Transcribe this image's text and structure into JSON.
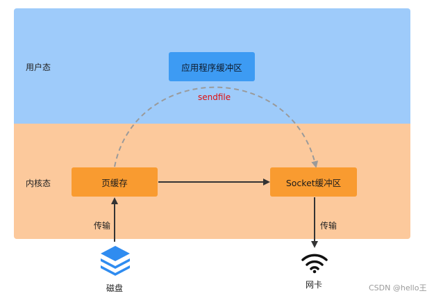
{
  "zones": {
    "user_label": "用户态",
    "kernel_label": "内核态"
  },
  "boxes": {
    "app_buffer": "应用程序缓冲区",
    "page_cache": "页缓存",
    "socket_buffer": "Socket缓冲区"
  },
  "annotations": {
    "sendfile": "sendfile",
    "transfer_left": "传输",
    "transfer_right": "传输"
  },
  "devices": {
    "disk_label": "磁盘",
    "disk_icon": "layers-icon",
    "nic_label": "网卡",
    "nic_icon": "wifi-icon"
  },
  "watermark": "CSDN @hello王",
  "colors": {
    "user_zone": "#9ecbfa",
    "kernel_zone": "#fcc99c",
    "app_box": "#3d9bf3",
    "kernel_box": "#f99b30",
    "sendfile_text": "#e10e0e",
    "disk_icon": "#2f8cf0"
  }
}
